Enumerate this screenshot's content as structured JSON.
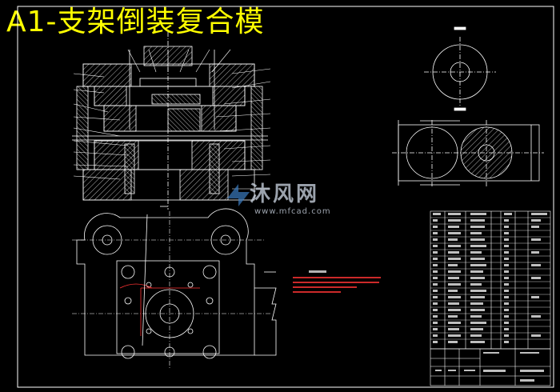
{
  "title": "A1-支架倒装复合模",
  "watermark": {
    "brand": "沐风网",
    "url": "www.mfcad.com"
  },
  "colors": {
    "background": "#000000",
    "title": "#ffff00",
    "lines": "#ffffff",
    "accent": "#00ffff",
    "notes": "#ff3333",
    "table_text": "#ffffff"
  }
}
